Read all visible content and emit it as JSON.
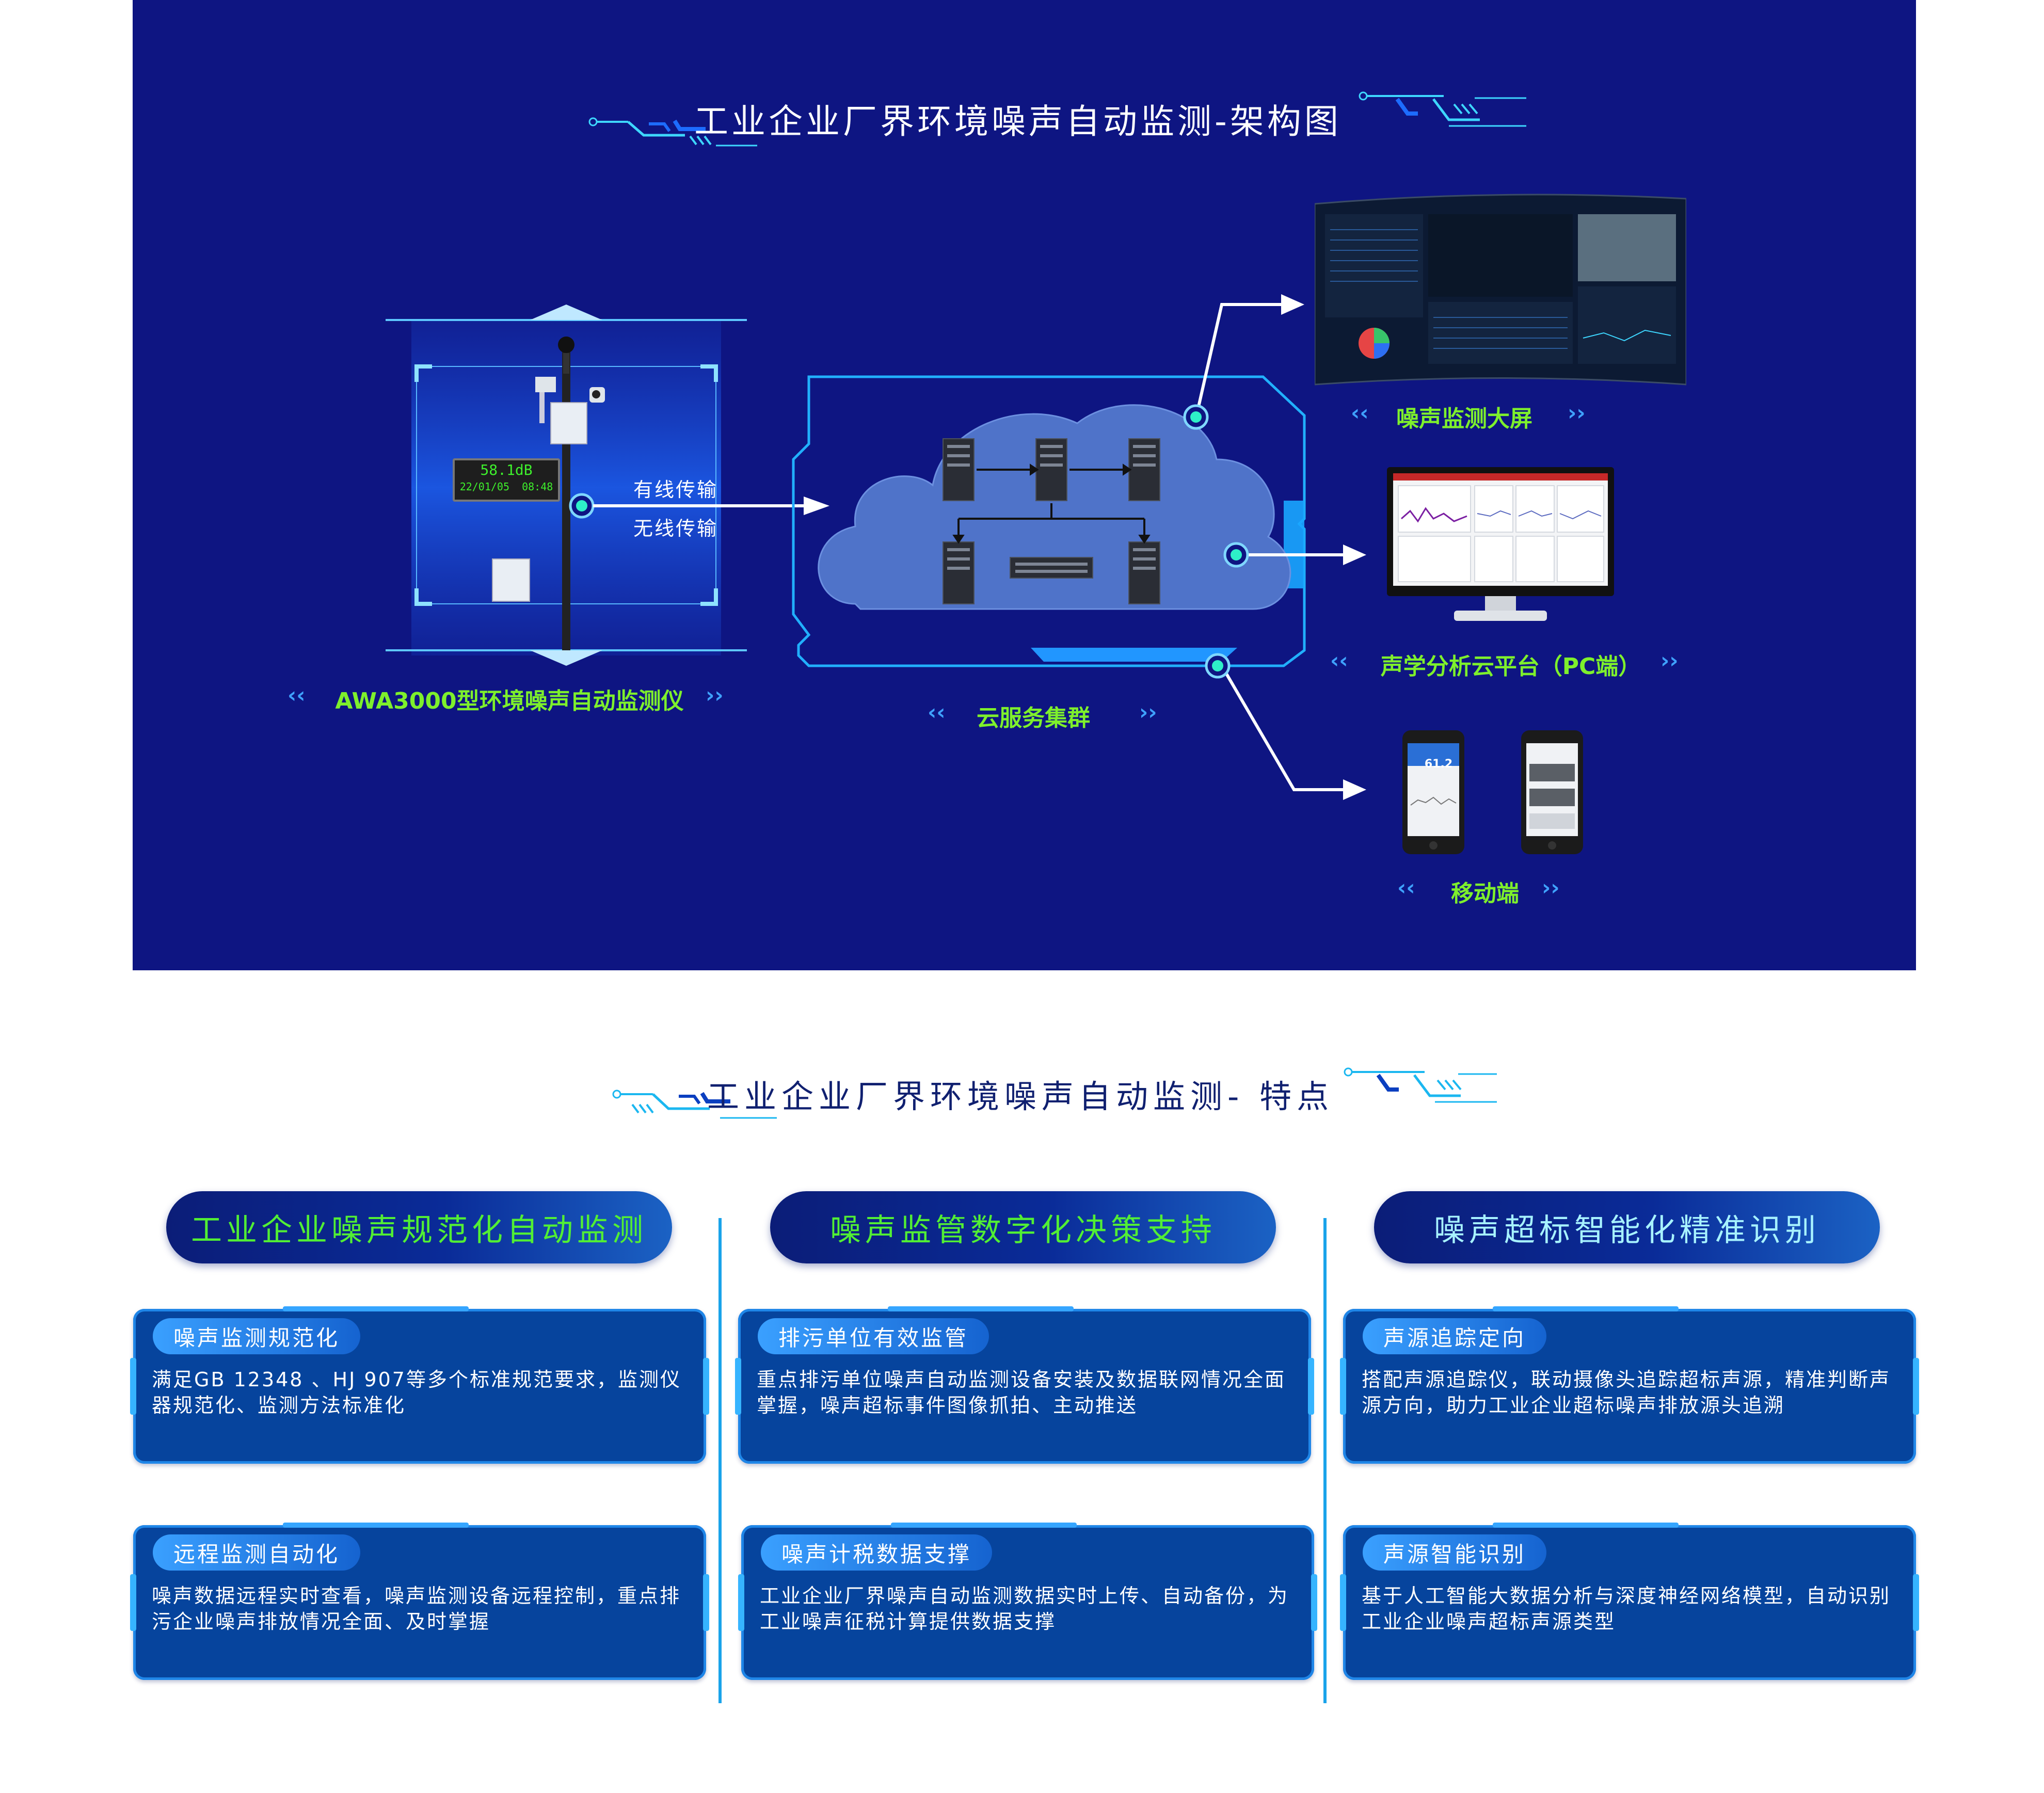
{
  "architecture": {
    "title": "工业企业厂界环境噪声自动监测-架构图",
    "device": {
      "label": "AWA3000型环境噪声自动监测仪",
      "display_value": "58.1dB",
      "display_datetime": "22/01/05  08:48"
    },
    "transmission": {
      "wired": "有线传输",
      "wireless": "无线传输"
    },
    "cloud": {
      "label": "云服务集群"
    },
    "outputs": [
      {
        "label": "噪声监测大屏"
      },
      {
        "label": "声学分析云平台（PC端）"
      },
      {
        "label": "移动端",
        "phone_reading": "61.2"
      }
    ]
  },
  "features": {
    "title": "工业企业厂界环境噪声自动监测- 特点",
    "columns": [
      {
        "heading": "工业企业噪声规范化自动监测",
        "cards": [
          {
            "tag": "噪声监测规范化",
            "text": "满足GB 12348 、HJ 907等多个标准规范要求，监测仪器规范化、监测方法标准化"
          },
          {
            "tag": "远程监测自动化",
            "text": "噪声数据远程实时查看，噪声监测设备远程控制，重点排污企业噪声排放情况全面、及时掌握"
          }
        ]
      },
      {
        "heading": "噪声监管数字化决策支持",
        "cards": [
          {
            "tag": "排污单位有效监管",
            "text": "重点排污单位噪声自动监测设备安装及数据联网情况全面掌握，噪声超标事件图像抓拍、主动推送"
          },
          {
            "tag": "噪声计税数据支撑",
            "text": "工业企业厂界噪声自动监测数据实时上传、自动备份，为工业噪声征税计算提供数据支撑"
          }
        ]
      },
      {
        "heading": "噪声超标智能化精准识别",
        "cards": [
          {
            "tag": "声源追踪定向",
            "text": "搭配声源追踪仪，联动摄像头追踪超标声源，精准判断声源方向，助力工业企业超标噪声排放源头追溯"
          },
          {
            "tag": "声源智能识别",
            "text": "基于人工智能大数据分析与深度神经网络模型，自动识别工业企业噪声超标声源类型"
          }
        ]
      }
    ]
  },
  "colors": {
    "arch_background": "#0e1582",
    "label_green": "#7ef02c",
    "accent_blue": "#1aa3ea",
    "card_blue": "#06449d"
  }
}
